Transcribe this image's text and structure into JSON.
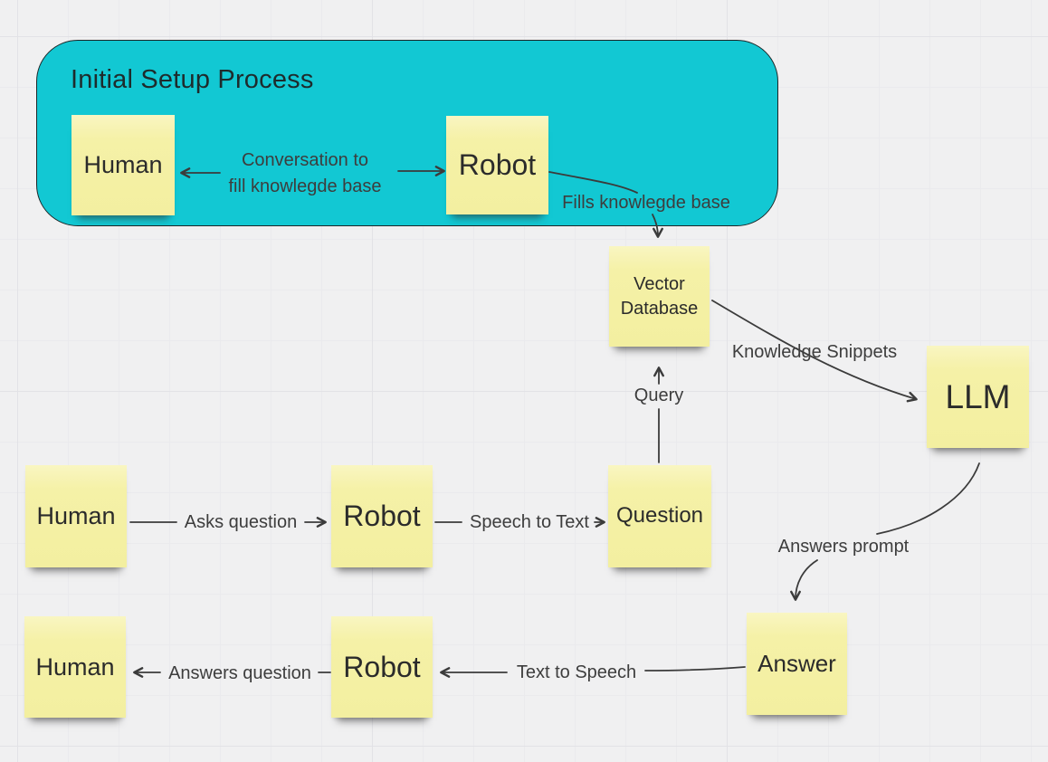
{
  "canvas": {
    "background": "#f0f0f1",
    "grid_minor": "#eaeaed",
    "grid_major": "#e2e2e6"
  },
  "setup_group": {
    "title": "Initial Setup Process",
    "fill": "#12c8d3",
    "border": "#1d2627"
  },
  "note_style": {
    "fill": "#f5f1a7",
    "text_color": "#2b2b2b"
  },
  "connector_style": {
    "color": "#3b3b3b"
  },
  "notes": {
    "human_setup": {
      "label": "Human"
    },
    "robot_setup": {
      "label": "Robot"
    },
    "vector_db": {
      "label": "Vector Database"
    },
    "llm": {
      "label": "LLM"
    },
    "human_ask": {
      "label": "Human"
    },
    "robot_ask": {
      "label": "Robot"
    },
    "question": {
      "label": "Question"
    },
    "human_answer": {
      "label": "Human"
    },
    "robot_answer": {
      "label": "Robot"
    },
    "answer": {
      "label": "Answer"
    }
  },
  "connector_labels": {
    "conversation": {
      "line1": "Conversation to",
      "line2": "fill knowlegde base"
    },
    "fills_kb": {
      "text": "Fills knowlegde base"
    },
    "knowledge_snippets": {
      "text": "Knowledge Snippets"
    },
    "query": {
      "text": "Query"
    },
    "asks_question": {
      "text": "Asks question"
    },
    "speech_to_text": {
      "text": "Speech to Text"
    },
    "answers_prompt": {
      "text": "Answers prompt"
    },
    "text_to_speech": {
      "text": "Text to Speech"
    },
    "answers_question": {
      "text": "Answers question"
    }
  }
}
